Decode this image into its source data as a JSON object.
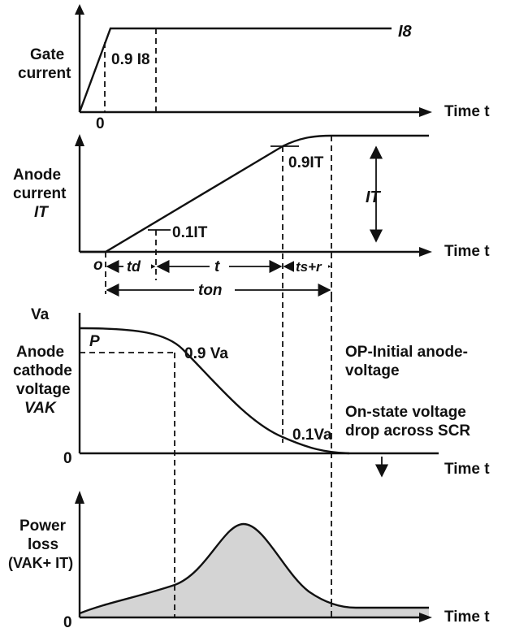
{
  "gate_panel": {
    "ylabel_line1": "Gate",
    "ylabel_line2": "current",
    "xlabel": "Time t",
    "origin": "0",
    "level_label": "I8",
    "marker_label": "0.9 I8"
  },
  "anode_current_panel": {
    "ylabel_line1": "Anode",
    "ylabel_line2": "current",
    "ylabel_line3": "IT",
    "xlabel": "Time t",
    "origin": "o",
    "level_label": "IT",
    "upper_marker": "0.9IT",
    "lower_marker": "0.1IT",
    "intervals": {
      "td": "td",
      "t": "t",
      "ts_tr": "ts+r",
      "ton": "ton"
    }
  },
  "anode_voltage_panel": {
    "top_label": "Va",
    "ylabel_line1": "Anode",
    "ylabel_line2": "cathode",
    "ylabel_line3": "voltage",
    "ylabel_line4": "VAK",
    "xlabel": "Time t",
    "origin": "0",
    "point_label": "P",
    "upper_marker": "0.9 Va",
    "lower_marker": "0.1Va",
    "note1_line1": "OP-Initial anode-",
    "note1_line2": "voltage",
    "note2_line1": "On-state voltage",
    "note2_line2": "drop across SCR"
  },
  "power_panel": {
    "ylabel_line1": "Power",
    "ylabel_line2": "loss",
    "ylabel_line3": "(VAK+ IT)",
    "xlabel": "Time t",
    "origin": "0",
    "fill_color": "#d4d4d4"
  },
  "colors": {
    "ink": "#111111",
    "background": "#ffffff"
  }
}
